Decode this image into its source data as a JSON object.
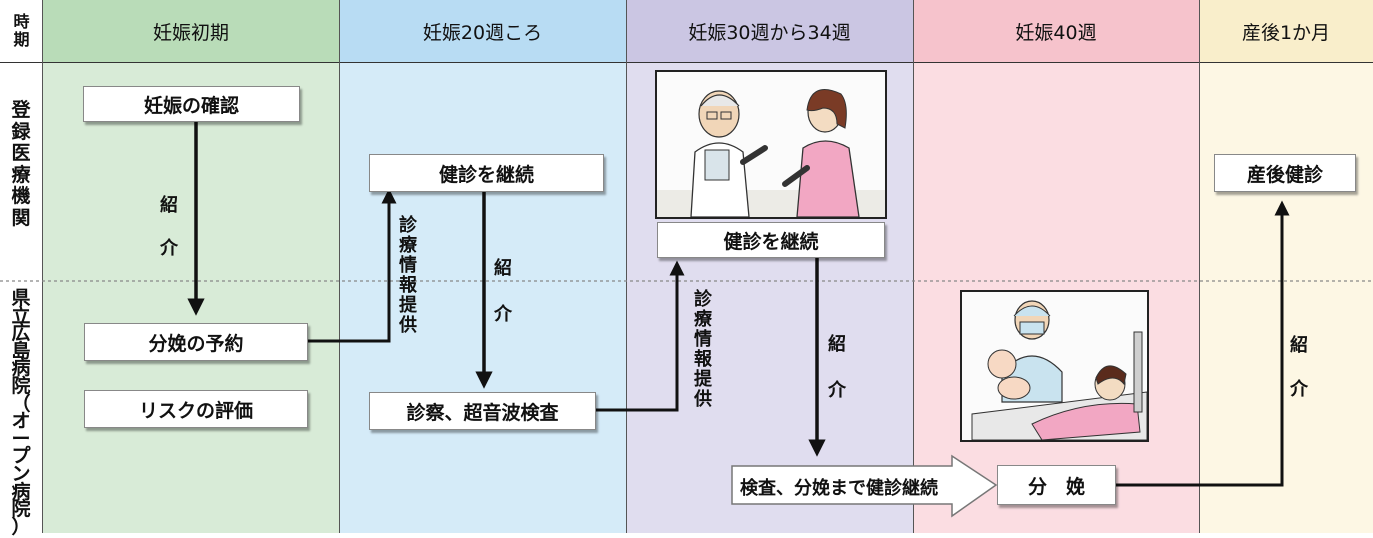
{
  "header": {
    "corner": [
      "時",
      "期"
    ],
    "columns": [
      "妊娠初期",
      "妊娠20週ころ",
      "妊娠30週から34週",
      "妊娠40週",
      "産後1か月"
    ]
  },
  "rows": {
    "registered": [
      "登",
      "録",
      "医",
      "療",
      "機",
      "関"
    ],
    "prefectural": [
      "県",
      "立",
      "広",
      "島",
      "病",
      "院",
      "（",
      "オ",
      "ー",
      "プ",
      "ン",
      "病",
      "院",
      "）"
    ]
  },
  "boxes": {
    "pregnancy_confirm": "妊娠の確認",
    "delivery_reservation": "分娩の予約",
    "risk_eval": "リスクの評価",
    "continue_checkup_1": "健診を継続",
    "exam_ultrasound": "診察、超音波検査",
    "continue_checkup_2": "健診を継続",
    "checkup_until_delivery": "検査、分娩まで健診継続",
    "delivery": "分　娩",
    "postpartum_checkup": "産後健診"
  },
  "labels": {
    "referral": [
      "紹",
      "介"
    ],
    "info_provision": [
      "診",
      "療",
      "情",
      "報",
      "提",
      "供"
    ]
  },
  "colors": {
    "col1": "#d8ebd7",
    "col2": "#d5ebf8",
    "col3": "#e0ddef",
    "col4": "#fbdde2",
    "col5": "#fdf7e4",
    "arrow": "#111111"
  },
  "illustrations": [
    "doctor-consultation-illustration",
    "delivery-illustration"
  ]
}
